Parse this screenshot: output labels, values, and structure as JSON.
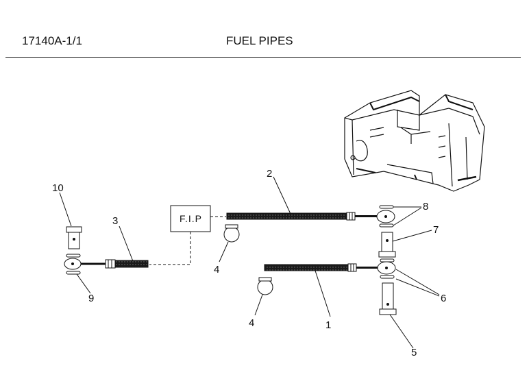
{
  "header": {
    "code": "17140A-1/1",
    "title": "FUEL PIPES"
  },
  "diagram": {
    "fip_label": "F.I.P",
    "callouts": [
      "1",
      "2",
      "3",
      "4",
      "4",
      "5",
      "6",
      "7",
      "8",
      "9",
      "10"
    ]
  }
}
